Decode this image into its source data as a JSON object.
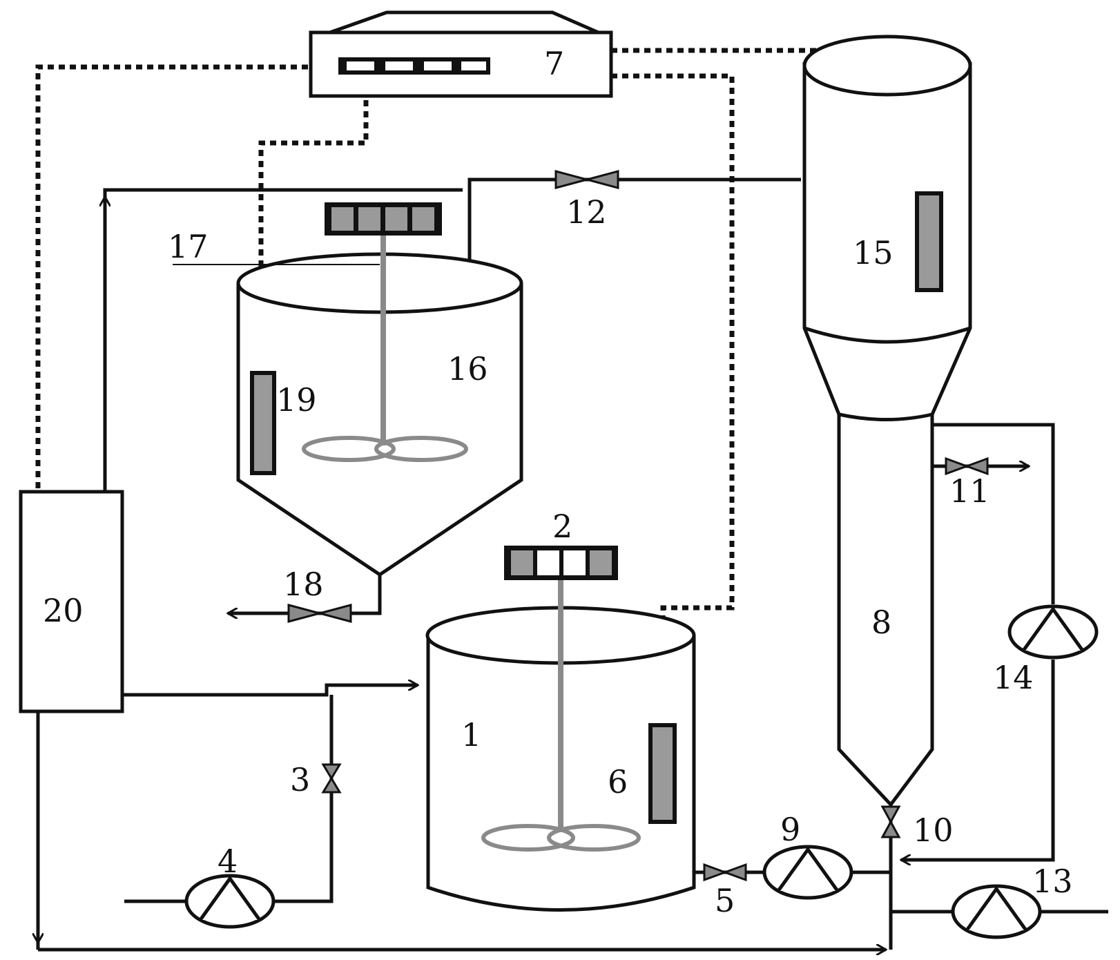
{
  "labels": {
    "l1": "1",
    "l2": "2",
    "l3": "3",
    "l4": "4",
    "l5": "5",
    "l6": "6",
    "l7": "7",
    "l8": "8",
    "l9": "9",
    "l10": "10",
    "l11": "11",
    "l12": "12",
    "l13": "13",
    "l14": "14",
    "l15": "15",
    "l16": "16",
    "l17": "17",
    "l18": "18",
    "l19": "19",
    "l20": "20"
  }
}
